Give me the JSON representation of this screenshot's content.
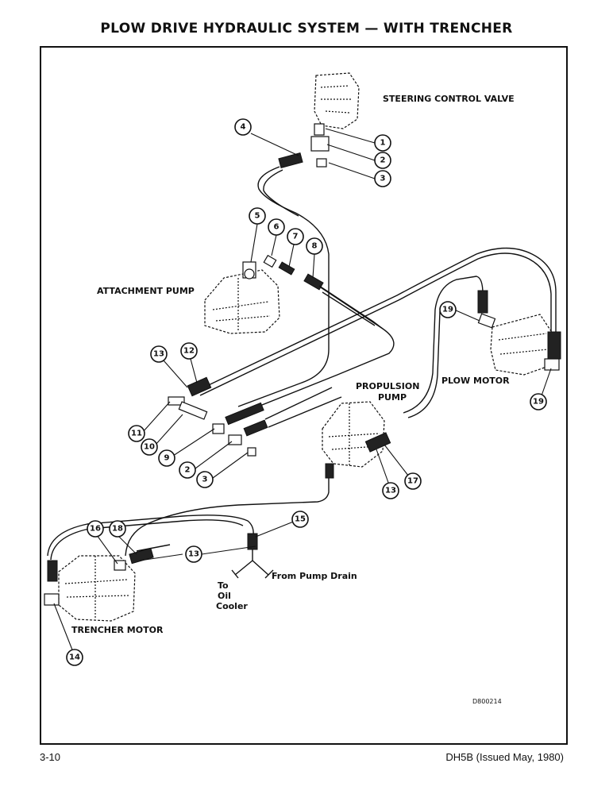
{
  "title": "PLOW DRIVE HYDRAULIC SYSTEM — WITH TRENCHER",
  "labels": {
    "steering_control_valve": "STEERING CONTROL VALVE",
    "attachment_pump": "ATTACHMENT PUMP",
    "plow_motor": "PLOW MOTOR",
    "propulsion_pump_line1": "PROPULSION",
    "propulsion_pump_line2": "PUMP",
    "trencher_motor": "TRENCHER MOTOR",
    "from_pump_drain": "From Pump Drain",
    "to_oil_cooler_1": "To",
    "to_oil_cooler_2": "Oil",
    "to_oil_cooler_3": "Cooler",
    "drawing_number": "D800214"
  },
  "callouts": [
    "1",
    "2",
    "3",
    "4",
    "5",
    "6",
    "7",
    "8",
    "13",
    "12",
    "11",
    "10",
    "9",
    "2",
    "3",
    "19",
    "19",
    "13",
    "17",
    "16",
    "18",
    "15",
    "13",
    "14"
  ],
  "footer": {
    "page_number": "3-10",
    "issue": "DH5B (Issued May, 1980)"
  }
}
